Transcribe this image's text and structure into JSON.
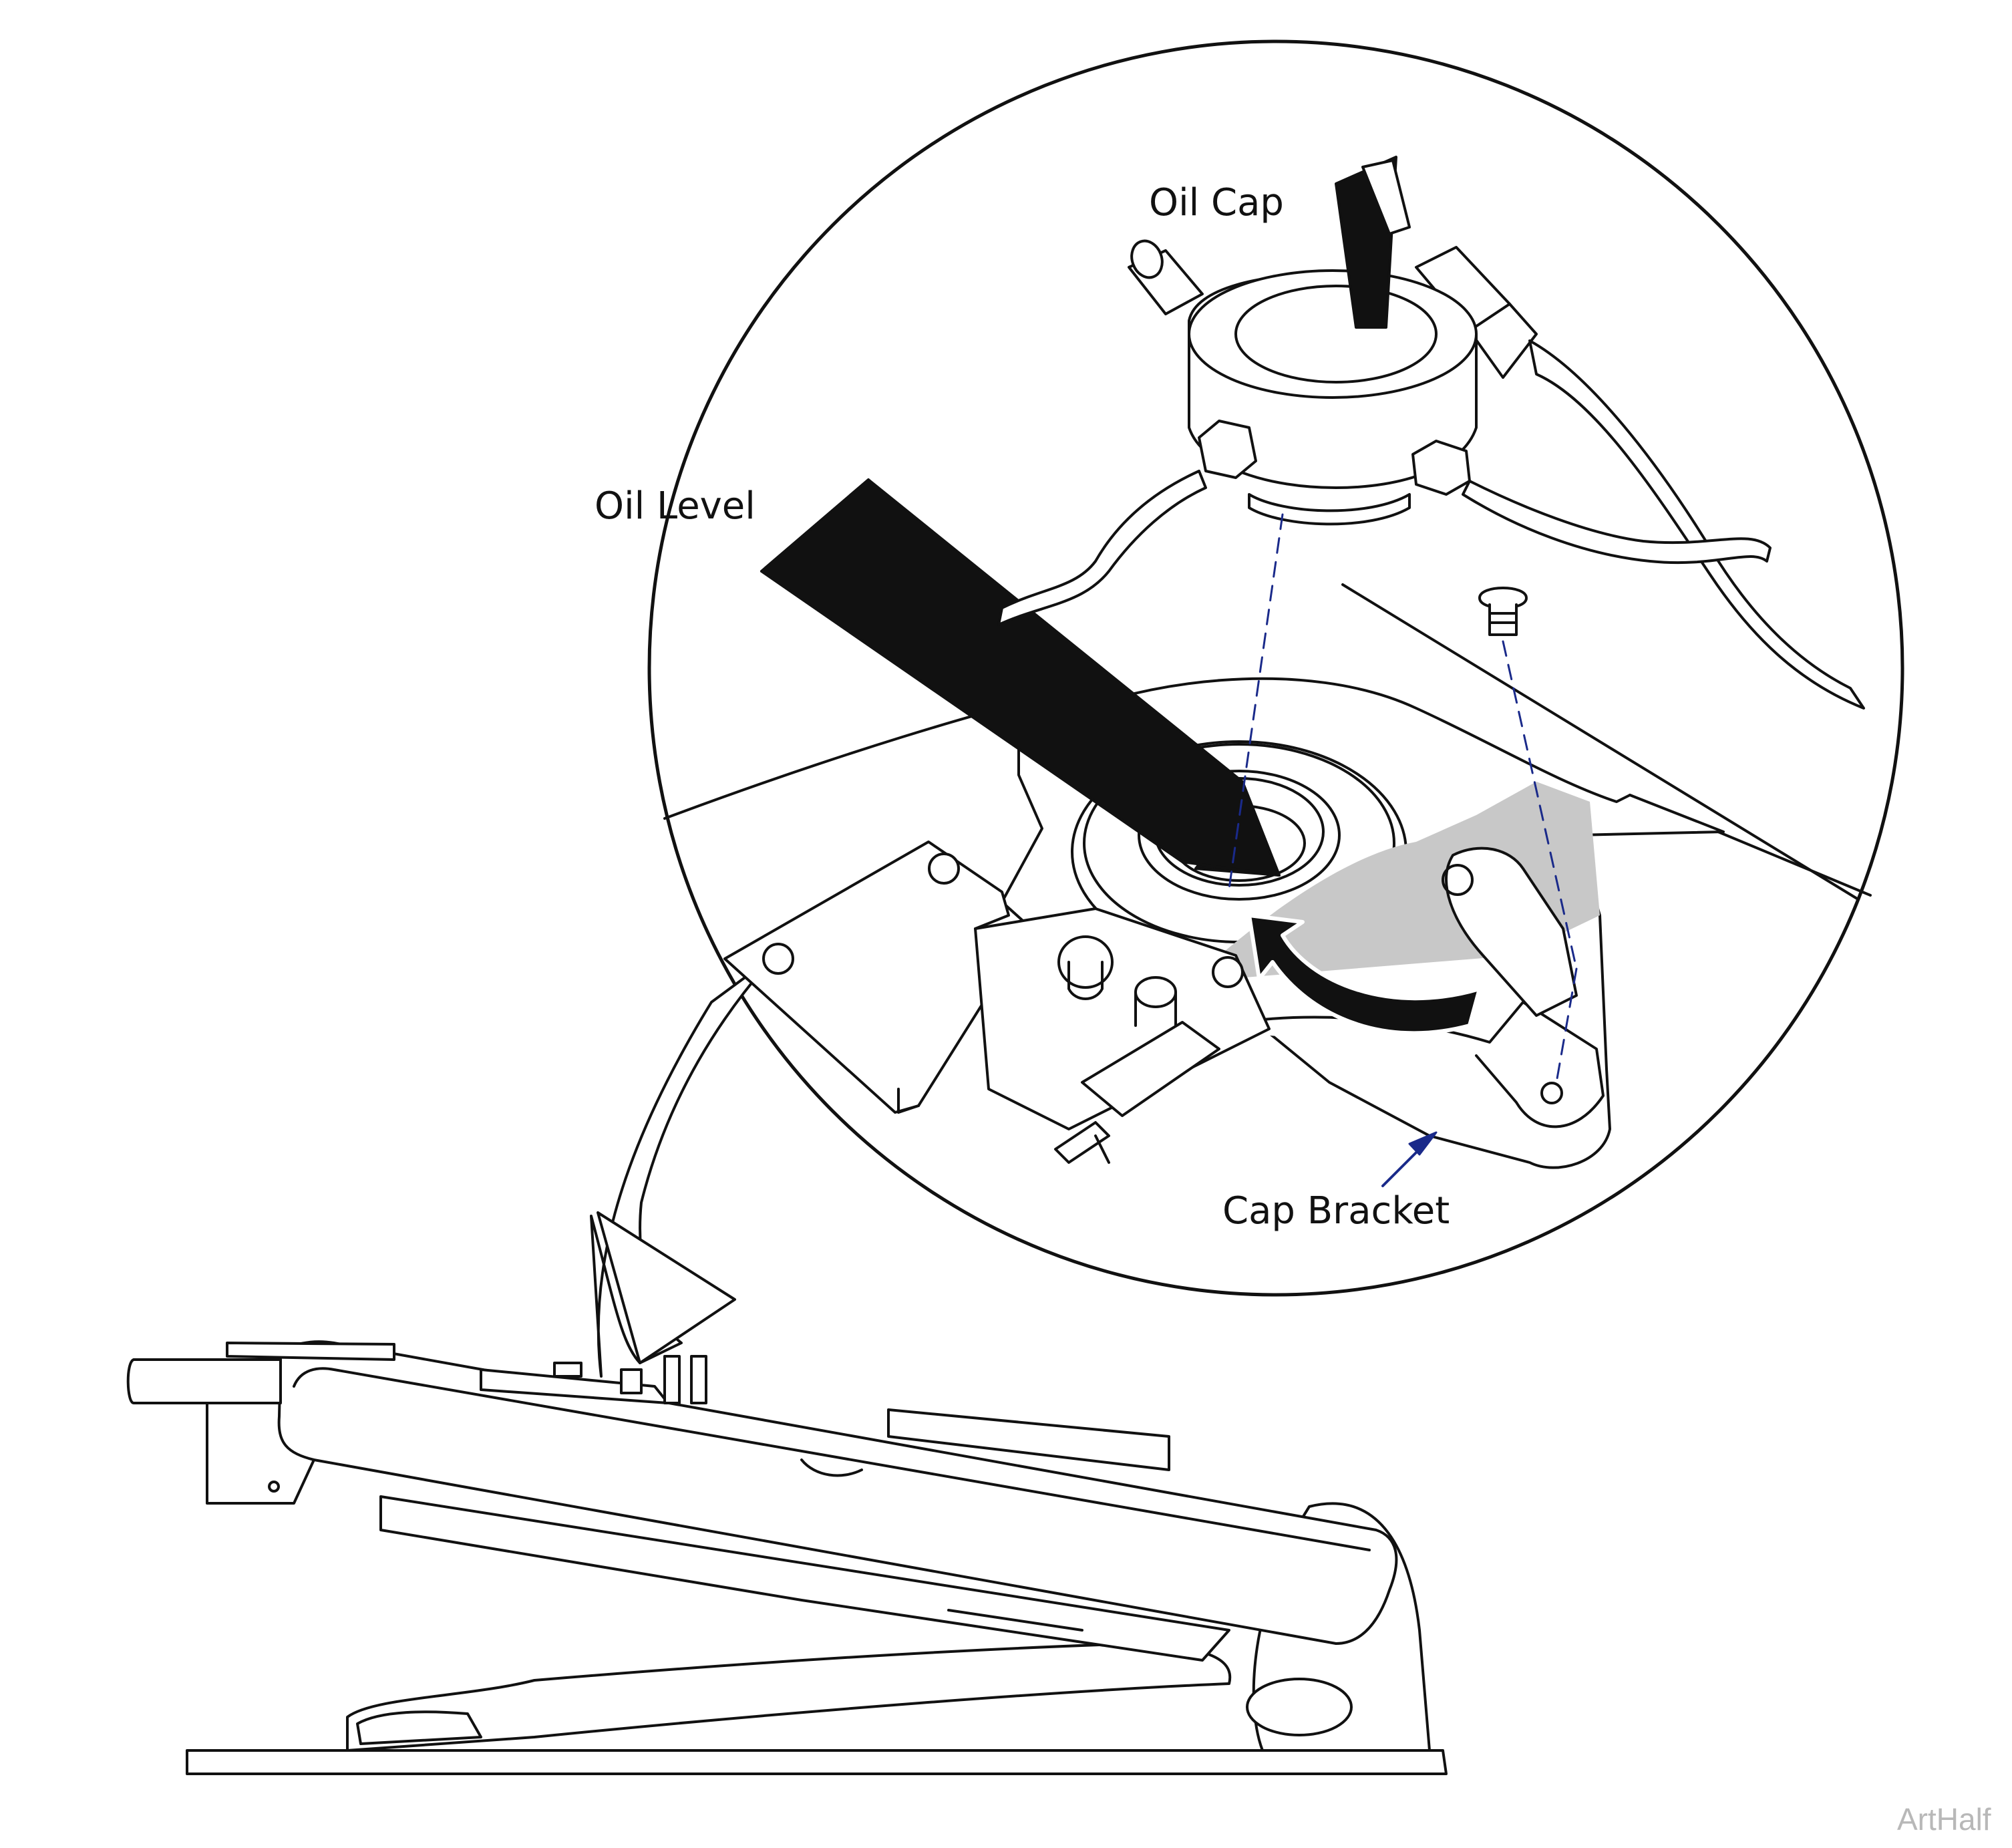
{
  "labels": {
    "oil_cap": "Oil Cap",
    "oil_level": "Oil Level",
    "cap_bracket": "Cap Bracket"
  },
  "watermark": "ArtHalf",
  "colors": {
    "line": "#111111",
    "leader": "#1a2a8a",
    "shade": "#c8c8c8",
    "background": "#ffffff"
  }
}
